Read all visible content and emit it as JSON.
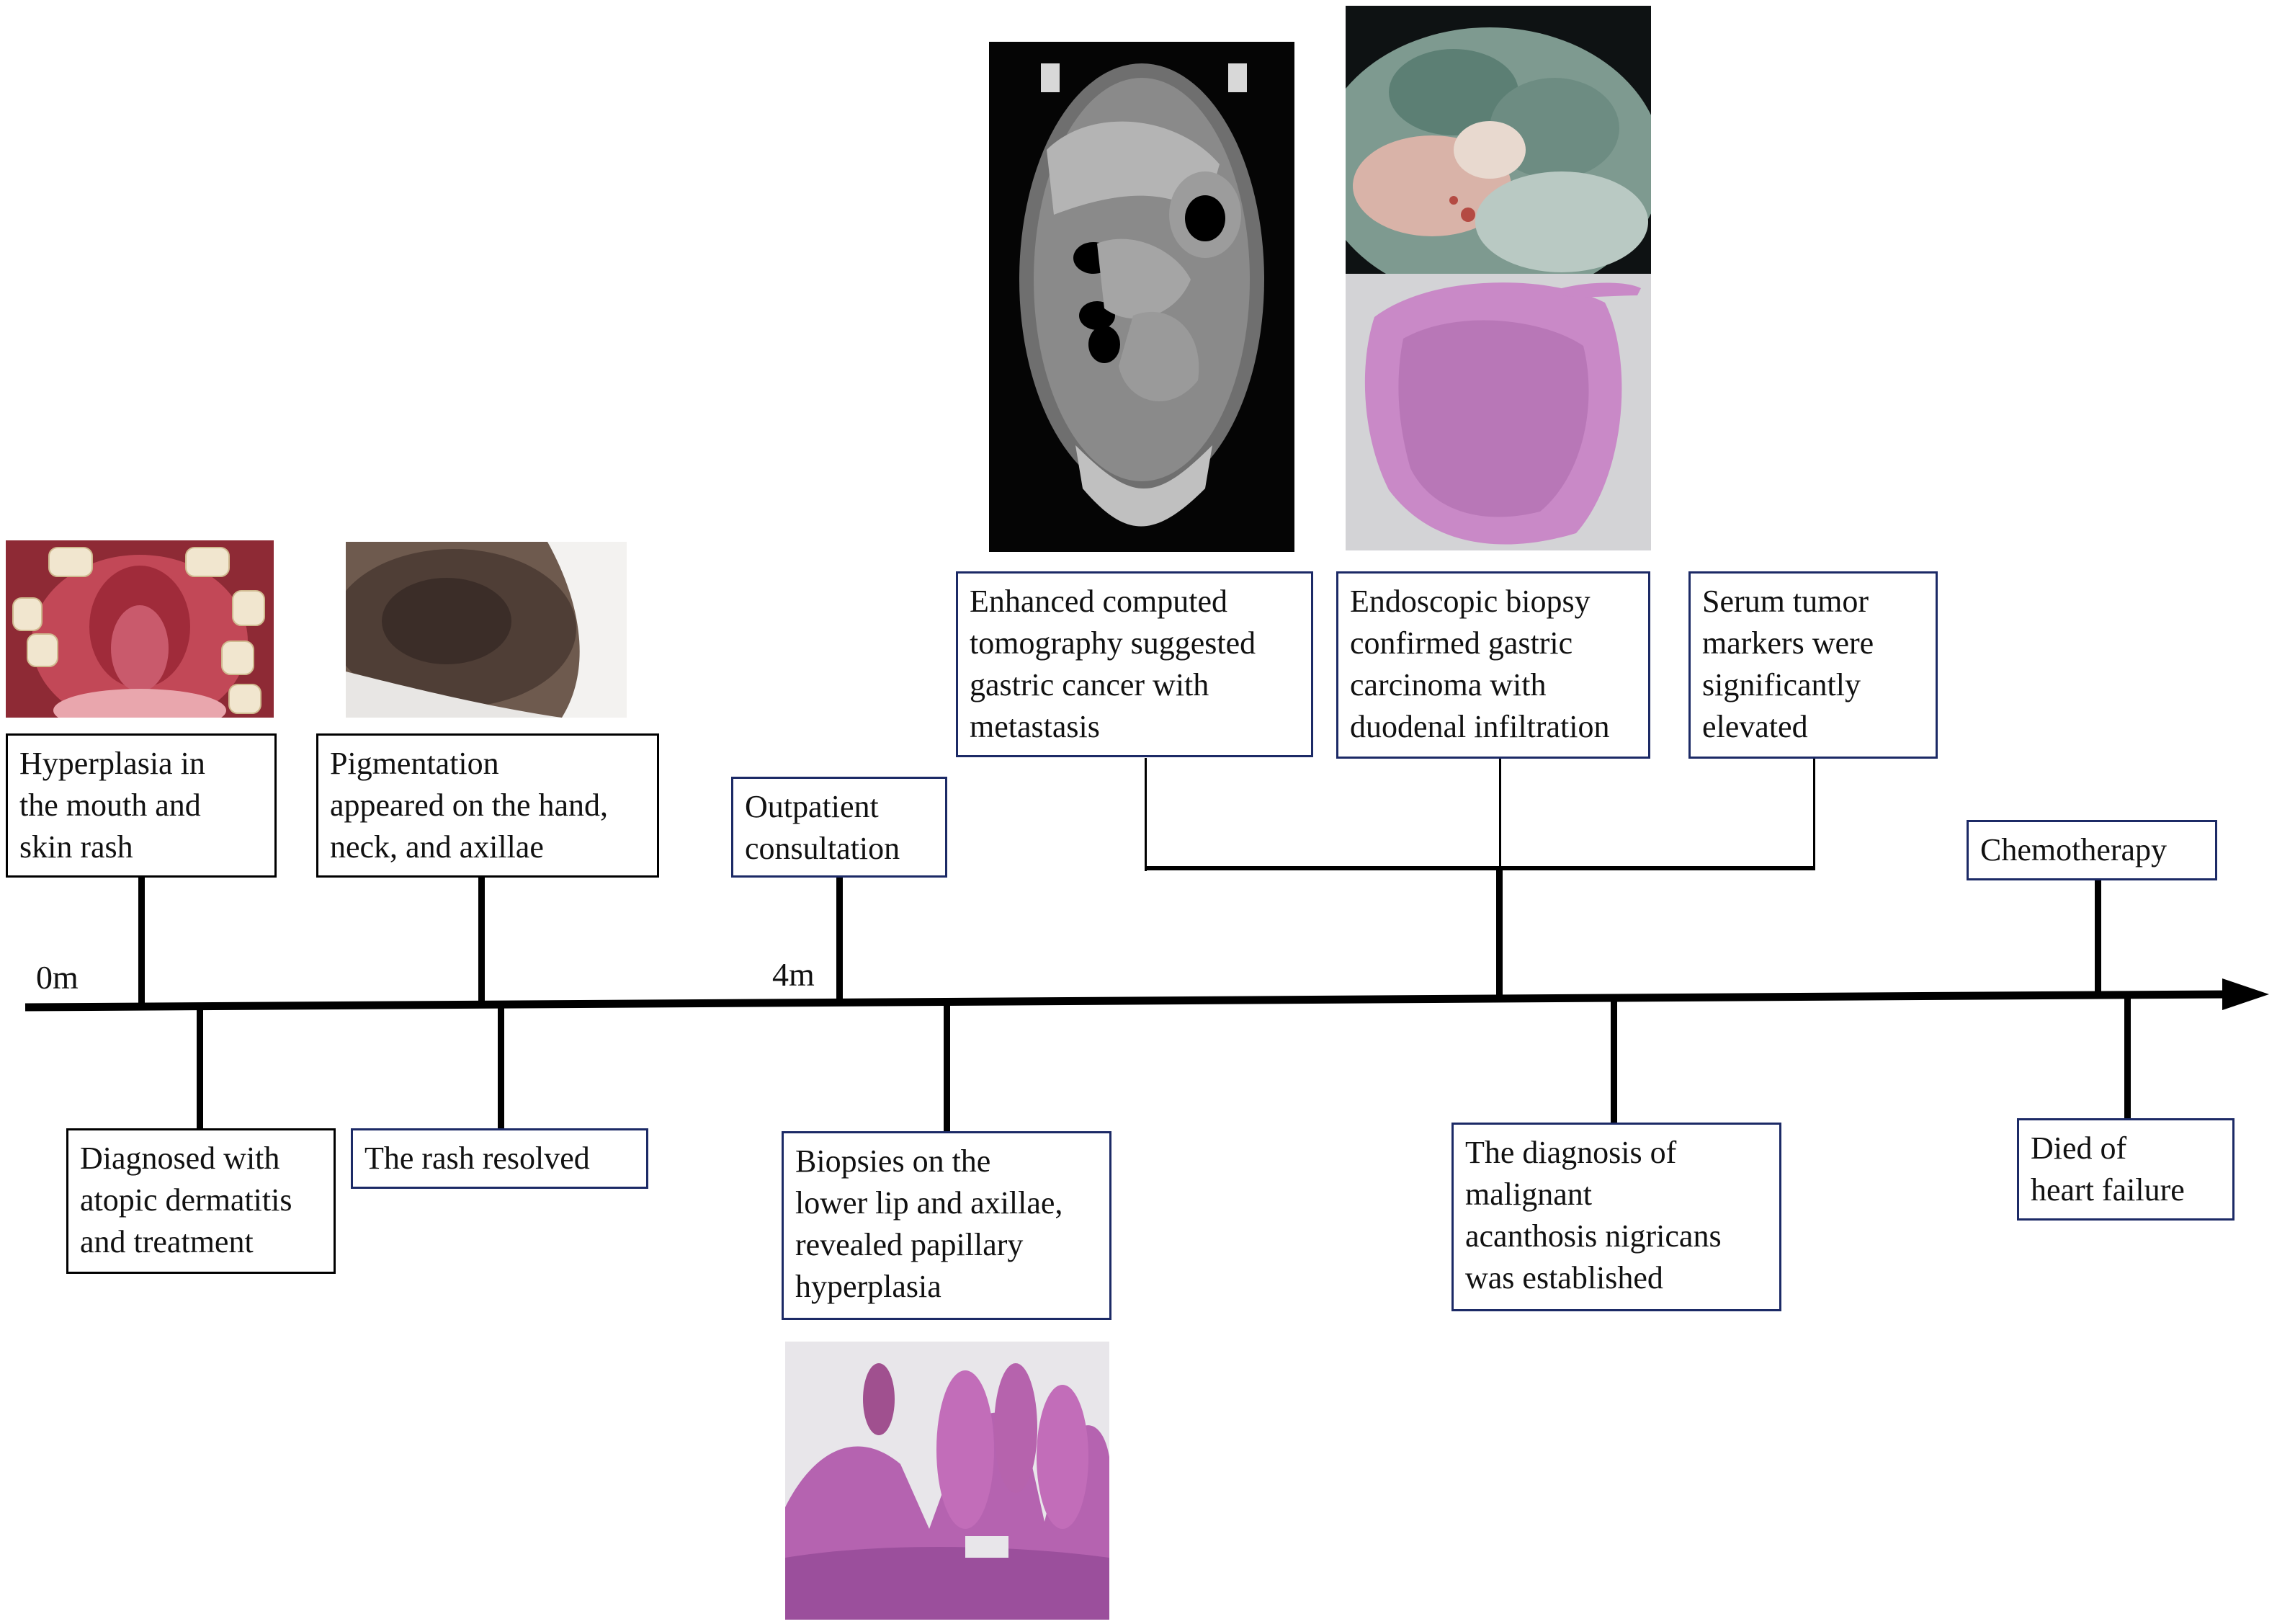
{
  "timeline": {
    "start_label": "0m",
    "mid_label": "4m"
  },
  "events_above": {
    "hyperplasia": "Hyperplasia in\nthe mouth and\nskin rash",
    "pigmentation": "Pigmentation\nappeared on the hand,\nneck, and axillae",
    "outpatient": "Outpatient\nconsultation",
    "ct": "Enhanced computed\ntomography suggested\ngastric cancer with\nmetastasis",
    "endoscopic": "Endoscopic biopsy\nconfirmed gastric\ncarcinoma with\nduodenal infiltration",
    "serum": "Serum tumor\nmarkers were\nsignificantly\nelevated",
    "chemo": "Chemotherapy"
  },
  "events_below": {
    "atopic": "Diagnosed with\natopic dermatitis\nand treatment",
    "rash_resolved": "The rash resolved",
    "biopsies": "Biopsies on the\nlower lip and axillae,\nrevealed papillary\nhyperplasia",
    "diagnosis": "The diagnosis of\nmalignant\nacanthosis nigricans\nwas established",
    "died": "Died of\nheart failure"
  },
  "colors": {
    "line": "#000000",
    "box_border_blue": "#1c2a66",
    "histology_pink": "#c987c4",
    "mouth_red": "#b23a48"
  }
}
